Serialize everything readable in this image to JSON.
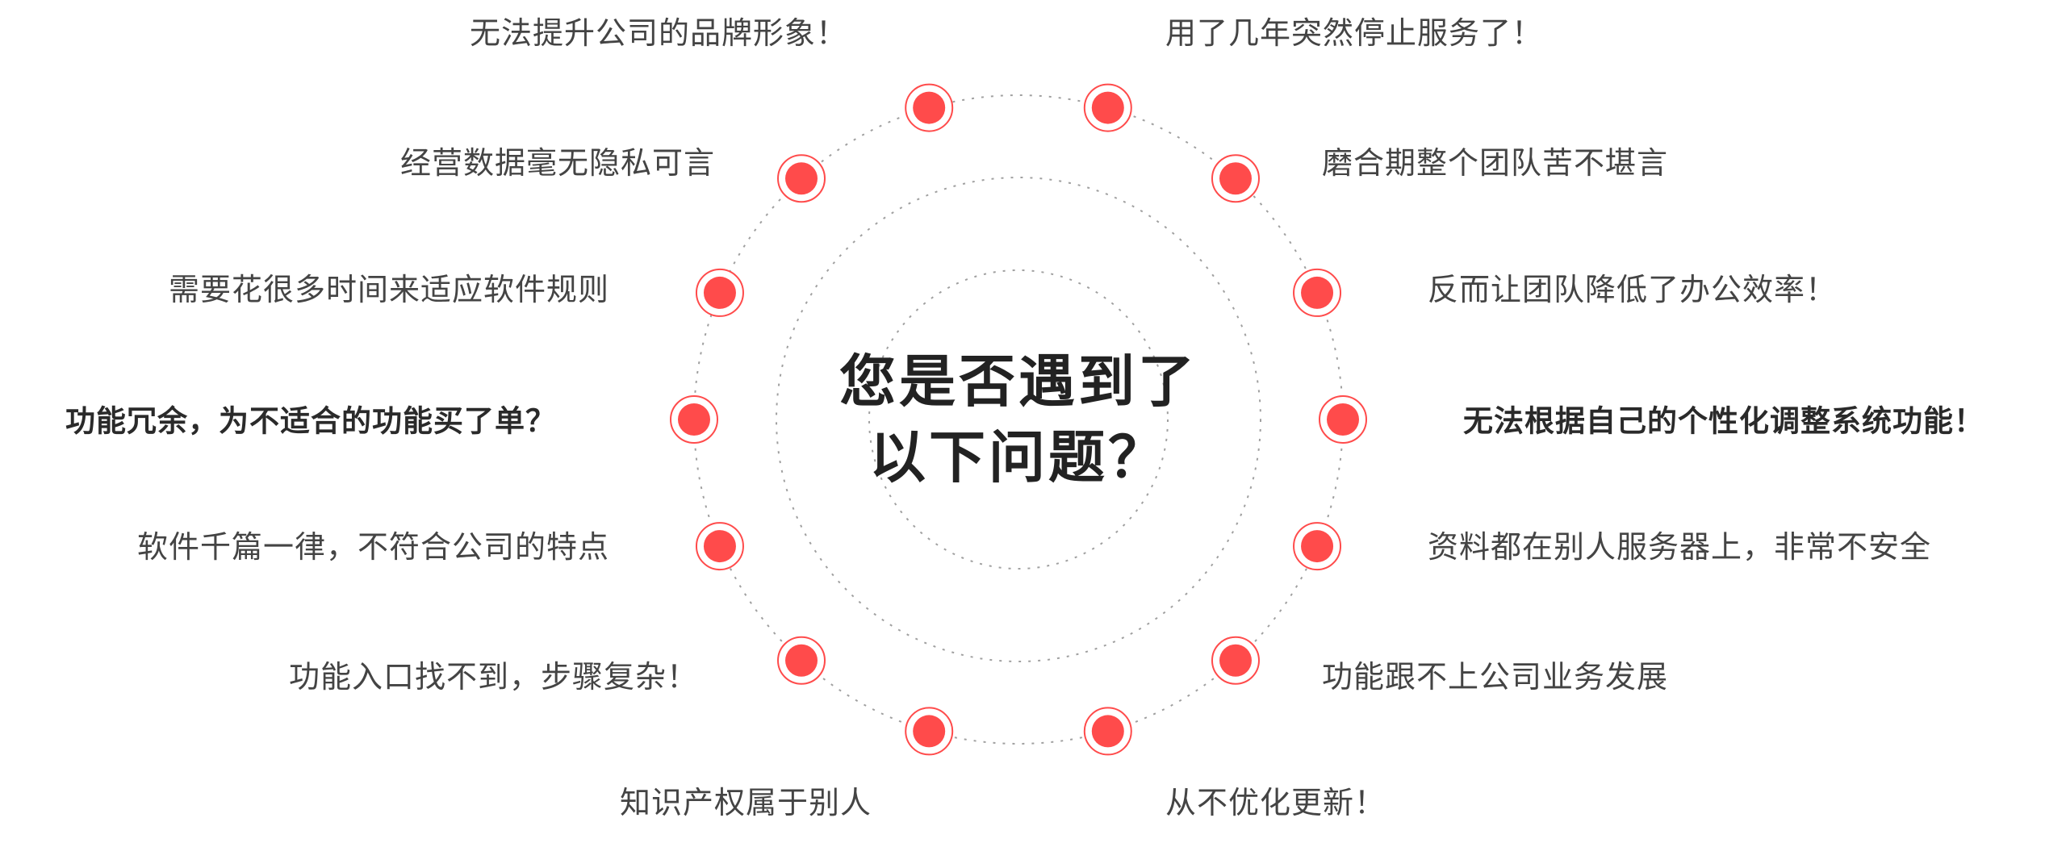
{
  "title": {
    "line1": "您是否遇到了",
    "line2": "以下问题？"
  },
  "colors": {
    "dot": "#ff4b4b",
    "ring": "#999999",
    "text": "#444444"
  },
  "left_items": [
    {
      "text": "无法提升公司的品牌形象！",
      "bold": false
    },
    {
      "text": "经营数据毫无隐私可言",
      "bold": false
    },
    {
      "text": "需要花很多时间来适应软件规则",
      "bold": false
    },
    {
      "text": "功能冗余，为不适合的功能买了单？",
      "bold": true
    },
    {
      "text": "软件千篇一律，不符合公司的特点",
      "bold": false
    },
    {
      "text": "功能入口找不到，步骤复杂！",
      "bold": false
    },
    {
      "text": "知识产权属于别人",
      "bold": false
    }
  ],
  "right_items": [
    {
      "text": "用了几年突然停止服务了！",
      "bold": false
    },
    {
      "text": "磨合期整个团队苦不堪言",
      "bold": false
    },
    {
      "text": "反而让团队降低了办公效率！",
      "bold": false
    },
    {
      "text": "无法根据自己的个性化调整系统功能！",
      "bold": true
    },
    {
      "text": "资料都在别人服务器上，非常不安全",
      "bold": false
    },
    {
      "text": "功能跟不上公司业务发展",
      "bold": false
    },
    {
      "text": "从不优化更新！",
      "bold": false
    }
  ]
}
